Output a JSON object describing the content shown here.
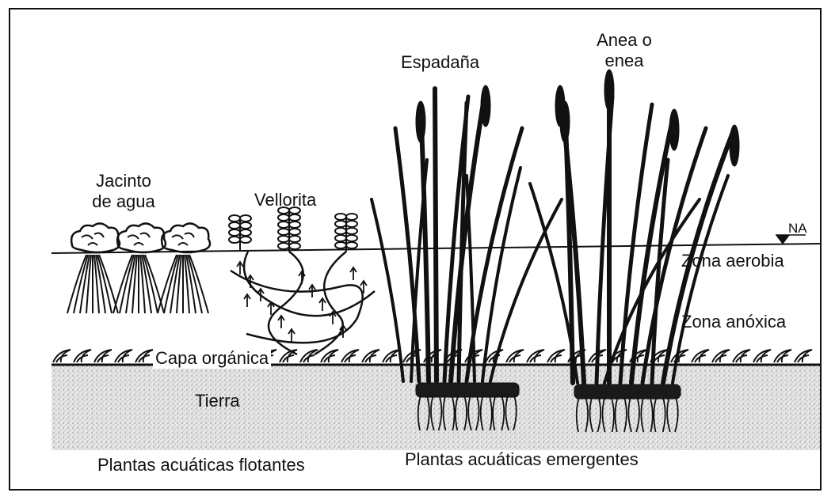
{
  "labels": {
    "jacinto": "Jacinto\nde agua",
    "vellorita": "Vellorita",
    "espadana": "Espadaña",
    "anea": "Anea o\nenea",
    "na": "NA",
    "zona_aerobia": "Zona aerobia",
    "zona_anoxica": "Zona anóxica",
    "capa_organica": "Capa orgánica",
    "tierra": "Tierra",
    "flotantes": "Plantas acuáticas flotantes",
    "emergentes": "Plantas acuáticas emergentes"
  },
  "colors": {
    "ink": "#111111",
    "soil": "#d9d9d9",
    "paper": "#ffffff"
  }
}
